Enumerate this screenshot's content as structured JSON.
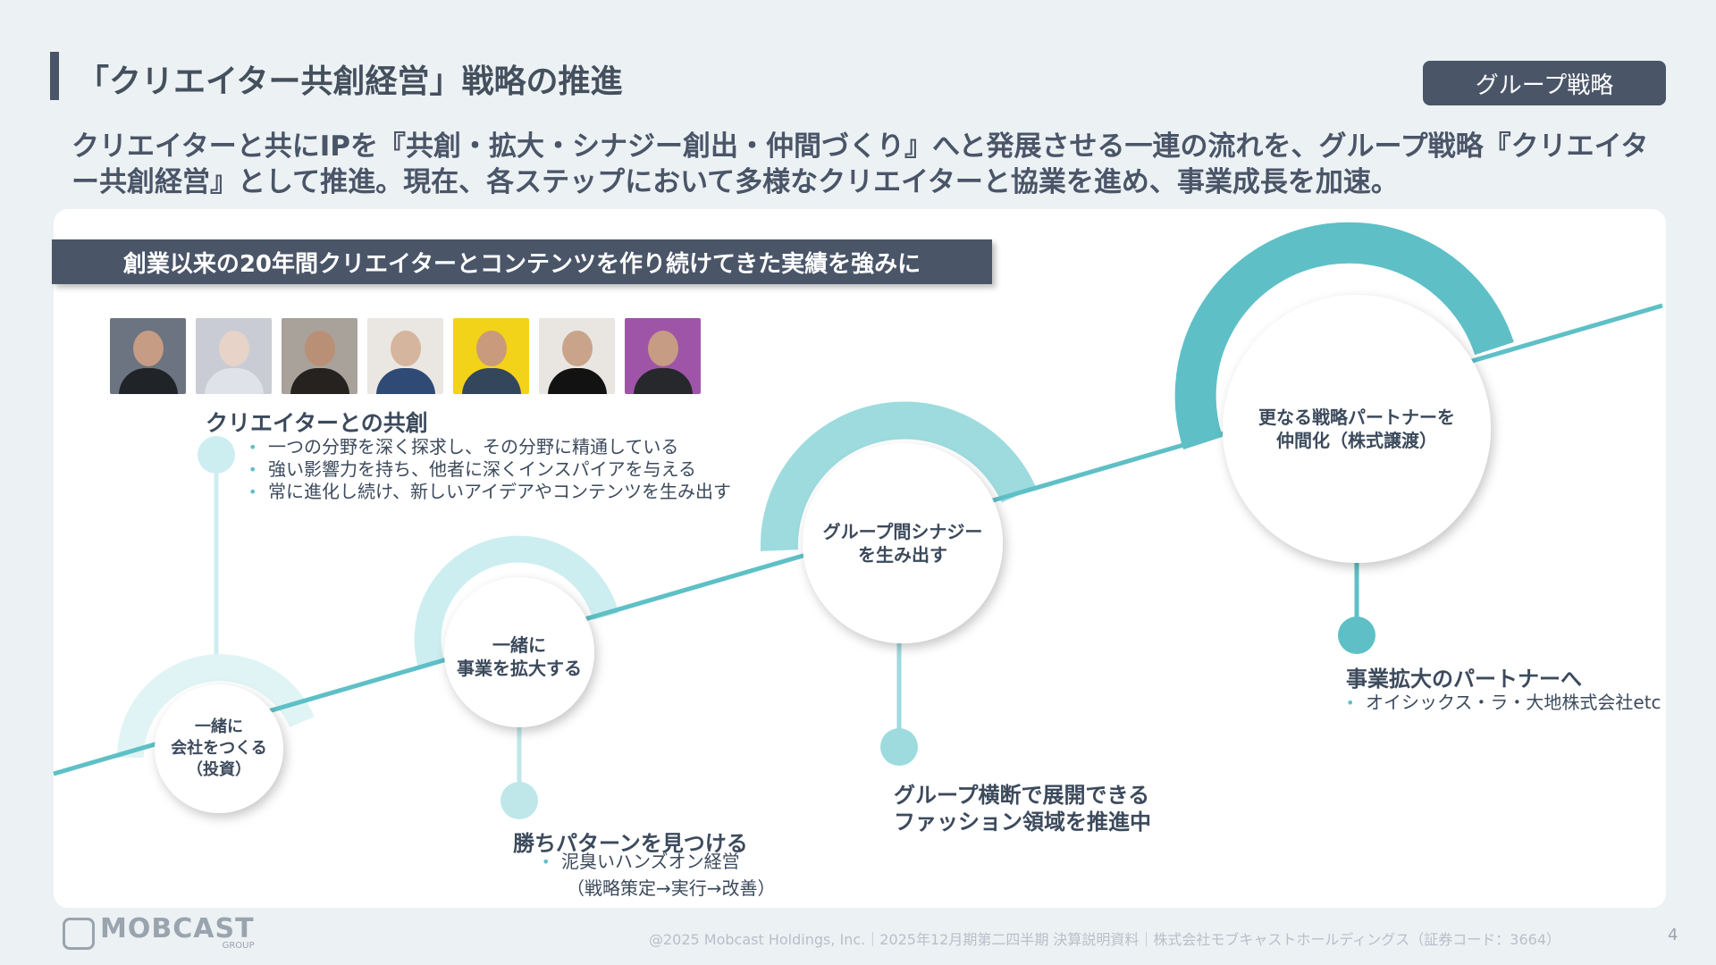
{
  "header": {
    "title": "「クリエイター共創経営」戦略の推進",
    "tag": "グループ戦略"
  },
  "lead": "クリエイターと共にIPを『共創・拡大・シナジー創出・仲間づくり』へと発展させる一連の流れを、グループ戦略『クリエイター共創経営』として推進。現在、各ステップにおいて多様なクリエイターと協業を進め、事業成長を加速。",
  "banner": "創業以来の20年間クリエイターとコンテンツを作り続けてきた実績を強みに",
  "creators": {
    "photos": [
      {
        "bg": "#6b7480",
        "skin": "#c79c84",
        "shirt": "#202428"
      },
      {
        "bg": "#c9ccd4",
        "skin": "#e7d3c8",
        "shirt": "#dfe2e8"
      },
      {
        "bg": "#a9a29a",
        "skin": "#b98f76",
        "shirt": "#26221f"
      },
      {
        "bg": "#eae7e2",
        "skin": "#d6b59e",
        "shirt": "#2f4a75"
      },
      {
        "bg": "#f3d21a",
        "skin": "#c99a7b",
        "shirt": "#33465c"
      },
      {
        "bg": "#e9e6e2",
        "skin": "#c9a48a",
        "shirt": "#121212"
      },
      {
        "bg": "#9e55a8",
        "skin": "#c79c84",
        "shirt": "#26282c"
      }
    ],
    "heading": "クリエイターとの共創",
    "bullets": [
      "一つの分野を深く探求し、その分野に精通している",
      "強い影響力を持ち、他者に深くインスパイアを与える",
      "常に進化し続け、新しいアイデアやコンテンツを生み出す"
    ]
  },
  "steps": {
    "step1": "一緒に\n会社をつくる\n（投資）",
    "step2": "一緒に\n事業を拡大する",
    "step3": "グループ間シナジー\nを生み出す",
    "step4": "更なる戦略パートナーを\n仲間化（株式譲渡）"
  },
  "pattern": {
    "heading": "勝ちパターンを見つける",
    "bullet": "泥臭いハンズオン経営",
    "sub": "（戦略策定→実行→改善）"
  },
  "fashion": {
    "line1": "グループ横断で展開できる",
    "line2": "ファッション領域を推進中"
  },
  "partner": {
    "heading": "事業拡大のパートナーへ",
    "bullet": "オイシックス・ラ・大地株式会社etc"
  },
  "colors": {
    "accent": "#5ec0c6",
    "accent_light": "#cdeef0",
    "accent_mid": "#9ddbde",
    "dark": "#4a5568"
  },
  "footer": {
    "logo": "MOBCAST",
    "logo_sub": "GROUP",
    "text": "@2025 Mobcast Holdings, Inc.｜2025年12月期第二四半期 決算説明資料｜株式会社モブキャストホールディングス（証券コード：3664）",
    "page": "4"
  }
}
